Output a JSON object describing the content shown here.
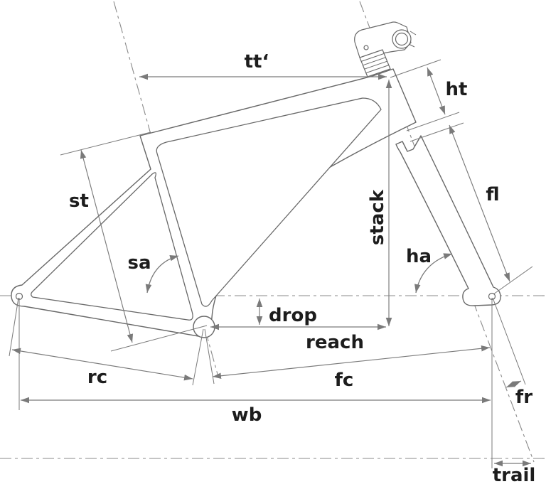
{
  "labels": {
    "tt": "tt‘",
    "ht": "ht",
    "st": "st",
    "sa": "sa",
    "stack": "stack",
    "ha": "ha",
    "fl": "fl",
    "drop": "drop",
    "reach": "reach",
    "fc": "fc",
    "rc": "rc",
    "wb": "wb",
    "fr": "fr",
    "trail": "trail"
  },
  "colors": {
    "background": "#ffffff",
    "frame_line": "#686868",
    "dimension_line": "#7a7a7a",
    "centerline": "#8a8a8a",
    "label_text": "#1d1d1d"
  }
}
